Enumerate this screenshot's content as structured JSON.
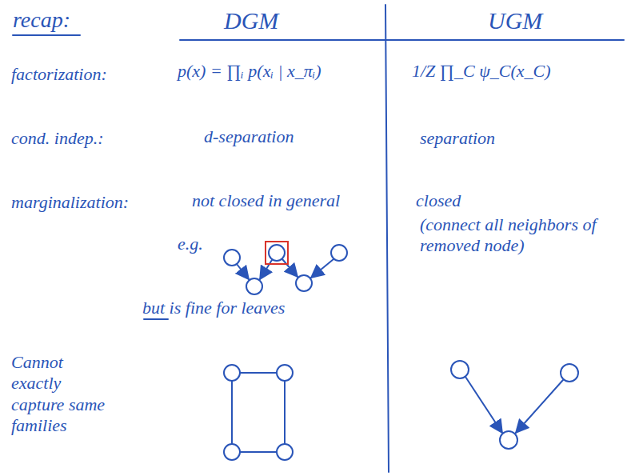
{
  "diagram": {
    "title": "recap:",
    "labels": [
      "DGM",
      "UGM",
      "factorization:",
      "p(x) = ∏ᵢ p(xᵢ | x_πᵢ)",
      "1/Z ∏_C ψ_C(x_C)",
      "cond. indep.:",
      "d-separation",
      "separation",
      "marginalization:",
      "not closed in general",
      "e.g.",
      "but is fine for leaves",
      "closed",
      "(connect all neighbors of removed node)",
      "Cannot exactly capture same families"
    ]
  }
}
